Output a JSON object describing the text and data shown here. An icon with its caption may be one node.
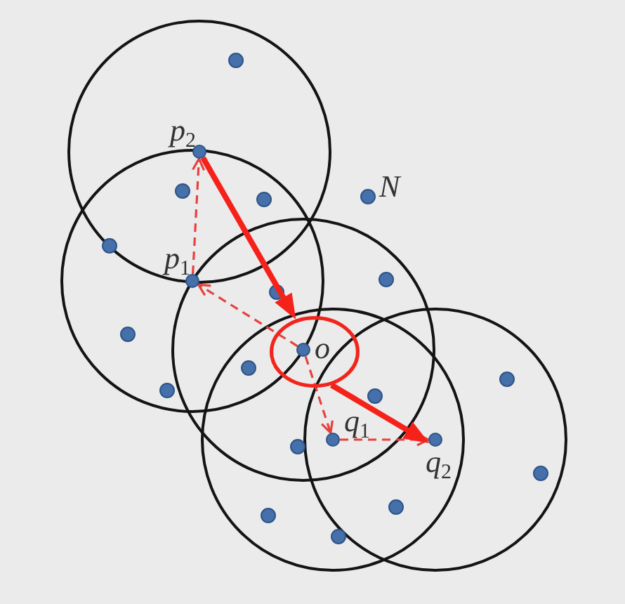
{
  "diagram": {
    "nodes": [
      {
        "text": [],
        "shape": "dot",
        "beside": [
          "p$_{2}$"
        ]
      },
      {
        "text": [],
        "shape": "dot",
        "beside": [
          "p$_{1}$"
        ]
      },
      {
        "text": [],
        "shape": "ellipse"
      },
      {
        "text": [],
        "shape": "dot",
        "beside": [
          "o"
        ],
        "in": 2
      },
      {
        "text": [],
        "shape": "dot",
        "beside": [
          "q$_{1}$"
        ]
      },
      {
        "text": [],
        "shape": "dot",
        "beside": [
          "q$_{2}$"
        ]
      }
    ],
    "edges": [
      {
        "from": 3,
        "to": 1,
        "arrow": "to",
        "style": "dashed"
      },
      {
        "from": 1,
        "to": 0,
        "arrow": "to",
        "style": "dashed"
      },
      {
        "from": 0,
        "to": 2,
        "arrow": "to",
        "style": "thick"
      },
      {
        "from": 3,
        "to": 4,
        "arrow": "to",
        "style": "dashed"
      },
      {
        "from": 4,
        "to": 5,
        "arrow": "to",
        "style": "dashed"
      },
      {
        "from": 2,
        "to": 5,
        "arrow": "to",
        "style": "thick"
      }
    ],
    "labels": [
      "N"
    ]
  }
}
